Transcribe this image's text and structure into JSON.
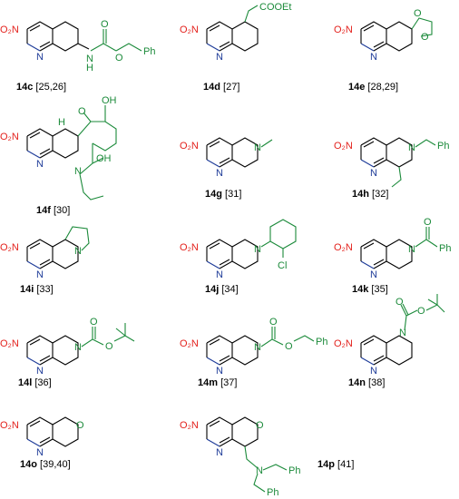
{
  "compounds": [
    {
      "id": "14c",
      "refs": "[25,26]",
      "substituent_labels": [
        "O",
        "N",
        "H",
        "O",
        "Ph"
      ]
    },
    {
      "id": "14d",
      "refs": "[27]",
      "substituent_labels": [
        "COOEt"
      ]
    },
    {
      "id": "14e",
      "refs": "[28,29]",
      "substituent_labels": [
        "O",
        "O"
      ]
    },
    {
      "id": "14f",
      "refs": "[30]",
      "substituent_labels": [
        "OH",
        "O",
        "H",
        "OH",
        "N"
      ]
    },
    {
      "id": "14g",
      "refs": "[31]",
      "substituent_labels": [
        "N"
      ]
    },
    {
      "id": "14h",
      "refs": "[32]",
      "substituent_labels": [
        "N",
        "Ph"
      ]
    },
    {
      "id": "14i",
      "refs": "[33]",
      "substituent_labels": [
        "N"
      ]
    },
    {
      "id": "14j",
      "refs": "[34]",
      "substituent_labels": [
        "N",
        "Cl"
      ]
    },
    {
      "id": "14k",
      "refs": "[35]",
      "substituent_labels": [
        "O",
        "N",
        "Ph"
      ]
    },
    {
      "id": "14l",
      "refs": "[36]",
      "substituent_labels": [
        "O",
        "N",
        "O"
      ]
    },
    {
      "id": "14m",
      "refs": "[37]",
      "substituent_labels": [
        "O",
        "N",
        "O",
        "Ph"
      ]
    },
    {
      "id": "14n",
      "refs": "[38]",
      "substituent_labels": [
        "O",
        "O",
        "N"
      ]
    },
    {
      "id": "14o",
      "refs": "[39,40]",
      "substituent_labels": [
        "O"
      ]
    },
    {
      "id": "14p",
      "refs": "[41]",
      "substituent_labels": [
        "O",
        "N",
        "Ph",
        "Ph"
      ]
    }
  ],
  "common": {
    "nitro": "O₂N",
    "pyridine_n": "N"
  },
  "colors": {
    "nitro": "#e3211c",
    "pyridine_n": "#1f3c99",
    "substituent": "#1b8a3a",
    "bond": "#000000"
  }
}
